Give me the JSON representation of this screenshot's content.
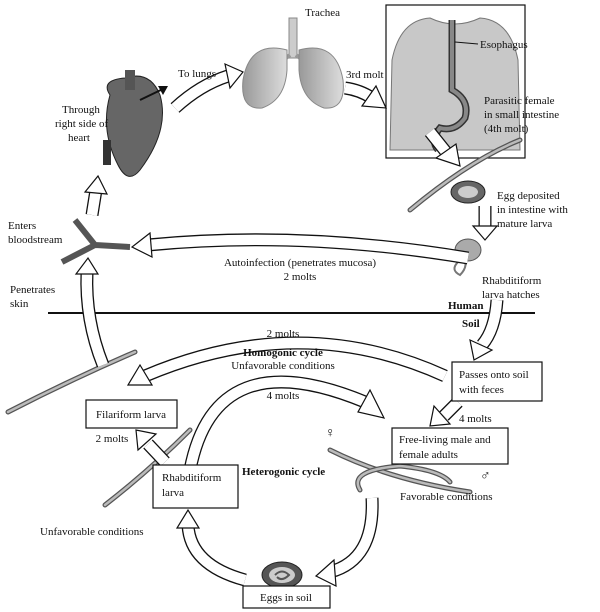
{
  "labels": {
    "trachea": "Trachea",
    "to_lungs": "To lungs",
    "third_molt": "3rd molt",
    "esophagus": "Esophagus",
    "parasitic_female": [
      "Parasitic female",
      "in small intestine",
      "(4th molt)"
    ],
    "through_heart": [
      "Through",
      "right side of",
      "heart"
    ],
    "egg_deposited": [
      "Egg deposited",
      "in intestine with",
      "mature larva"
    ],
    "enters_bloodstream": [
      "Enters",
      "bloodstream"
    ],
    "autoinfection": "Autoinfection (penetrates mucosa)",
    "autoinfection_molts": "2 molts",
    "rhabditiform_hatches": [
      "Rhabditiform",
      "larva hatches"
    ],
    "penetrates_skin": [
      "Penetrates",
      "skin"
    ],
    "human": "Human",
    "soil": "Soil",
    "homogonic_molts": "2 molts",
    "homogonic_cycle": "Homogonic cycle",
    "unfavorable_top": "Unfavorable conditions",
    "passes_soil": [
      "Passes onto soil",
      "with feces"
    ],
    "filariform_larva": "Filariform larva",
    "four_molts_arc": "4 molts",
    "four_molts_right": "4 molts",
    "free_living": [
      "Free-living male and",
      "female adults"
    ],
    "two_molts_left": "2 molts",
    "rhabditiform_larva": [
      "Rhabditiform",
      "larva"
    ],
    "heterogonic_cycle": "Heterogonic cycle",
    "favorable": "Favorable conditions",
    "unfavorable_bottom": "Unfavorable conditions",
    "eggs_in_soil": "Eggs in soil",
    "female_symbol": "♀",
    "male_symbol": "♂"
  }
}
